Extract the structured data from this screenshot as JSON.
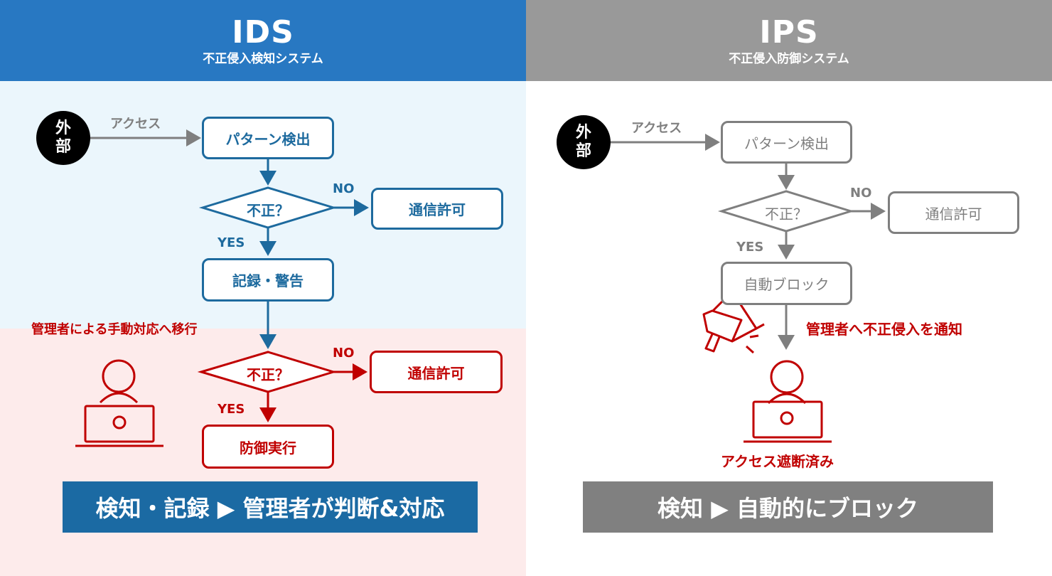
{
  "ids": {
    "title": "IDS",
    "subtitle": "不正侵入検知システム",
    "external": [
      "外",
      "部"
    ],
    "access": "アクセス",
    "pattern": "パターン検出",
    "decision1": "不正？",
    "no1": "NO",
    "allow1": "通信許可",
    "yes1": "YES",
    "record": "記録・警告",
    "manual": "管理者による手動対応へ移行",
    "decision2": "不正？",
    "no2": "NO",
    "allow2": "通信許可",
    "yes2": "YES",
    "defense": "防御実行",
    "summary": "検知・記録 ▶ 管理者が判断&対応"
  },
  "ips": {
    "title": "IPS",
    "subtitle": "不正侵入防御システム",
    "external": [
      "外",
      "部"
    ],
    "access": "アクセス",
    "pattern": "パターン検出",
    "decision": "不正？",
    "no": "NO",
    "allow": "通信許可",
    "yes": "YES",
    "block": "自動ブロック",
    "notify": "管理者へ不正侵入を通知",
    "blocked": "アクセス遮断済み",
    "summary": "検知 ▶ 自動的にブロック"
  },
  "colors": {
    "ids_header": "#2878c2",
    "ips_header": "#999999",
    "ids_blue": "#1d6a9e",
    "red": "#c00000",
    "gray": "#7f7f7f",
    "light_blue_bg": "#ebf6fc",
    "light_red_bg": "#fdebeb",
    "ids_banner": "#1b6aa3",
    "ips_banner": "#808080"
  }
}
